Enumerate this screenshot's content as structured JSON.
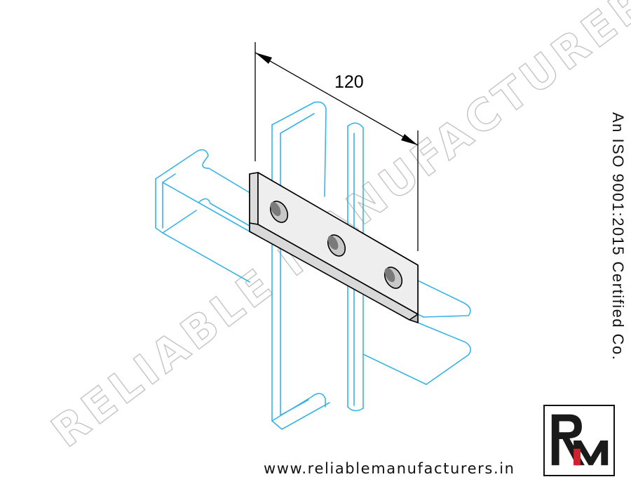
{
  "dimension": {
    "value": "120"
  },
  "watermark": {
    "text": "RELIABLE MANUFACTURERS"
  },
  "certification": {
    "text": "An ISO 9001:2015 Certified Co."
  },
  "website": {
    "text": "www.reliablemanufacturers.in"
  },
  "logo": {
    "letters": "RM",
    "colors": {
      "primary": "#1a1a1a",
      "accent": "#d1202f"
    }
  },
  "colors": {
    "channel_outline": "#39b3e6",
    "plate_face": "#eeeeee",
    "plate_edge": "#bdbdbd",
    "watermark": "#c4c4c4"
  }
}
